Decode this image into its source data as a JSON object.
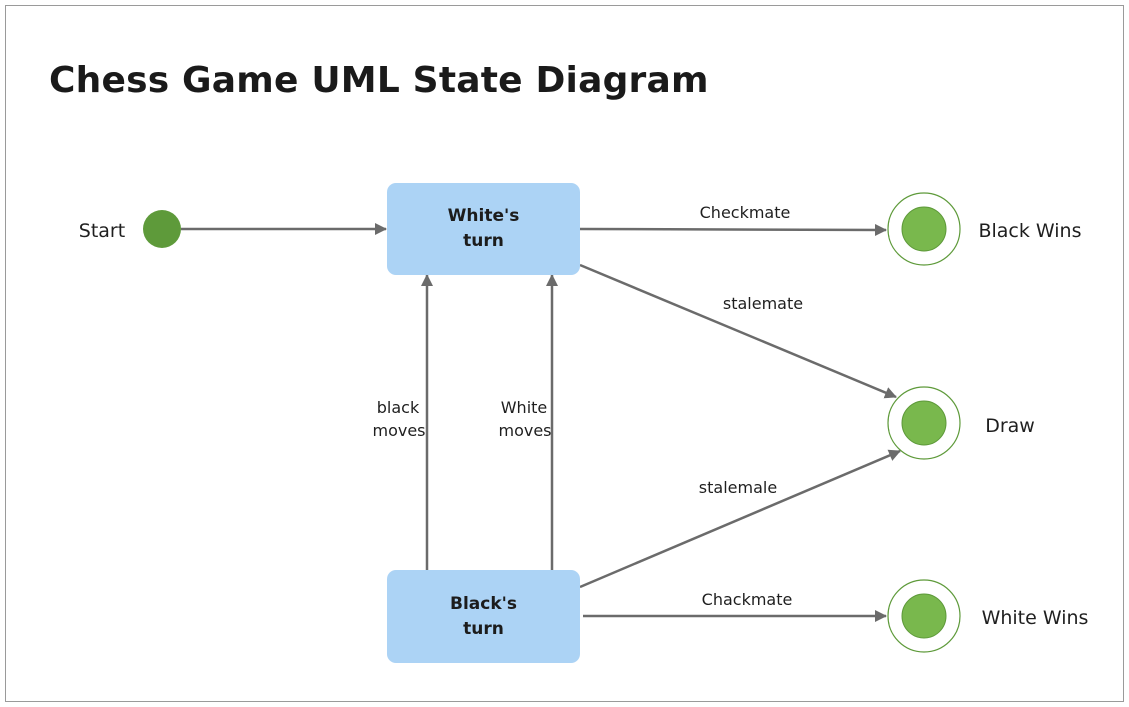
{
  "title": "Chess Game UML State Diagram",
  "colors": {
    "state_fill": "#acd3f5",
    "start_node": "#5e9a3a",
    "end_node": "#79b84d",
    "end_ring": "#5e9a3a",
    "edge": "#6b6b6b"
  },
  "nodes": {
    "start_label": "Start",
    "white_turn": "White's turn",
    "black_turn": "Black's turn",
    "black_wins": "Black Wins",
    "draw": "Draw",
    "white_wins": "White Wins"
  },
  "edges": {
    "checkmate_white": "Checkmate",
    "stalemate_white": "stalemate",
    "stalemate_black": "stalemale",
    "checkmate_black": "Chackmate",
    "black_moves_1": "black",
    "black_moves_2": "moves",
    "white_moves_1": "White",
    "white_moves_2": "moves"
  }
}
